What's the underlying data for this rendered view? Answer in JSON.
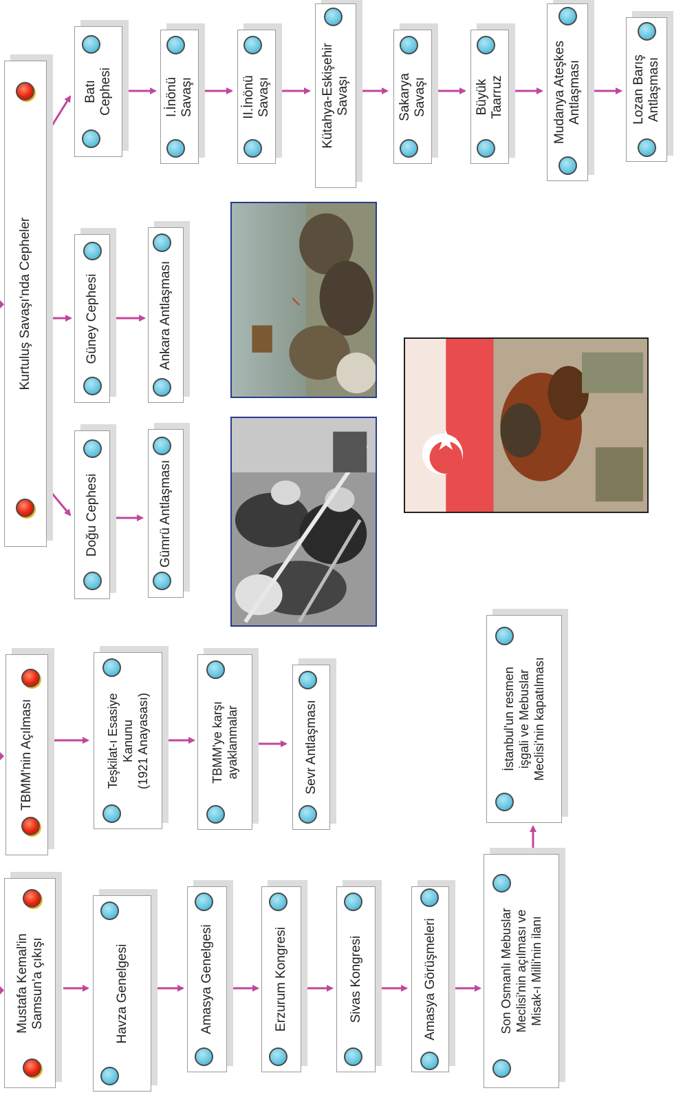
{
  "colors": {
    "arrow": "#c0479b",
    "dot_blue": "#6cc8e2",
    "dot_red": "#e8240e",
    "box_border": "#9a9a9a"
  },
  "column1": {
    "samsun": "Mustafa Kemal'in Samsun'a çıkışı",
    "samsun_l1": "Mustafa Kemal'in",
    "samsun_l2": "Samsun'a çıkışı",
    "havza": "Havza Genelgesi",
    "amasya_genelgesi": "Amasya Genelgesi",
    "erzurum": "Erzurum Kongresi",
    "sivas": "Sivas Kongresi",
    "amasya_gorusmeleri": "Amasya Görüşmeleri",
    "mebuslar_l1": "Son Osmanlı Mebuslar",
    "mebuslar_l2": "Meclisi'nin açılması ve",
    "mebuslar_l3": "Misak-ı Milli'nin ilanı",
    "istanbul_l1": "İstanbul'un resmen",
    "istanbul_l2": "işgali ve Mebuslar",
    "istanbul_l3": "Meclisi'nin kapatılması"
  },
  "column2": {
    "tbmm": "TBMM'nin Açılması",
    "teskilat_l1": "Teşkilat-ı Esasiye",
    "teskilat_l2": "Kanunu",
    "teskilat_l3": "(1921 Anayasası)",
    "ayaklanma_l1": "TBMM'ye karşı",
    "ayaklanma_l2": "ayaklanmalar",
    "sevr": "Sevr Antlaşması"
  },
  "column3": {
    "kurtulus": "Kurtuluş Savaşı'nda Cepheler",
    "dogu": "Doğu Cephesi",
    "gumru": "Gümrü Antlaşması",
    "guney": "Güney Cephesi",
    "ankara": "Ankara Antlaşması",
    "bati_l1": "Batı",
    "bati_l2": "Cephesi",
    "inonu1_l1": "I.İnönü",
    "inonu1_l2": "Savaşı",
    "inonu2_l1": "II.İnönü",
    "inonu2_l2": "Savaşı",
    "kutahya_l1": "Kütahya-Eskişehir",
    "kutahya_l2": "Savaşı",
    "sakarya_l1": "Sakarya",
    "sakarya_l2": "Savaşı",
    "taarruz_l1": "Büyük",
    "taarruz_l2": "Taarruz",
    "mudanya_l1": "Mudanya Ateşkes",
    "mudanya_l2": "Antlaşması",
    "lozan_l1": "Lozan Barış",
    "lozan_l2": "Antlaşması"
  },
  "images": [
    {
      "subject": "bw-soldiers-photo"
    },
    {
      "subject": "battle-painting"
    },
    {
      "subject": "ataturk-horse-flag-painting"
    }
  ]
}
